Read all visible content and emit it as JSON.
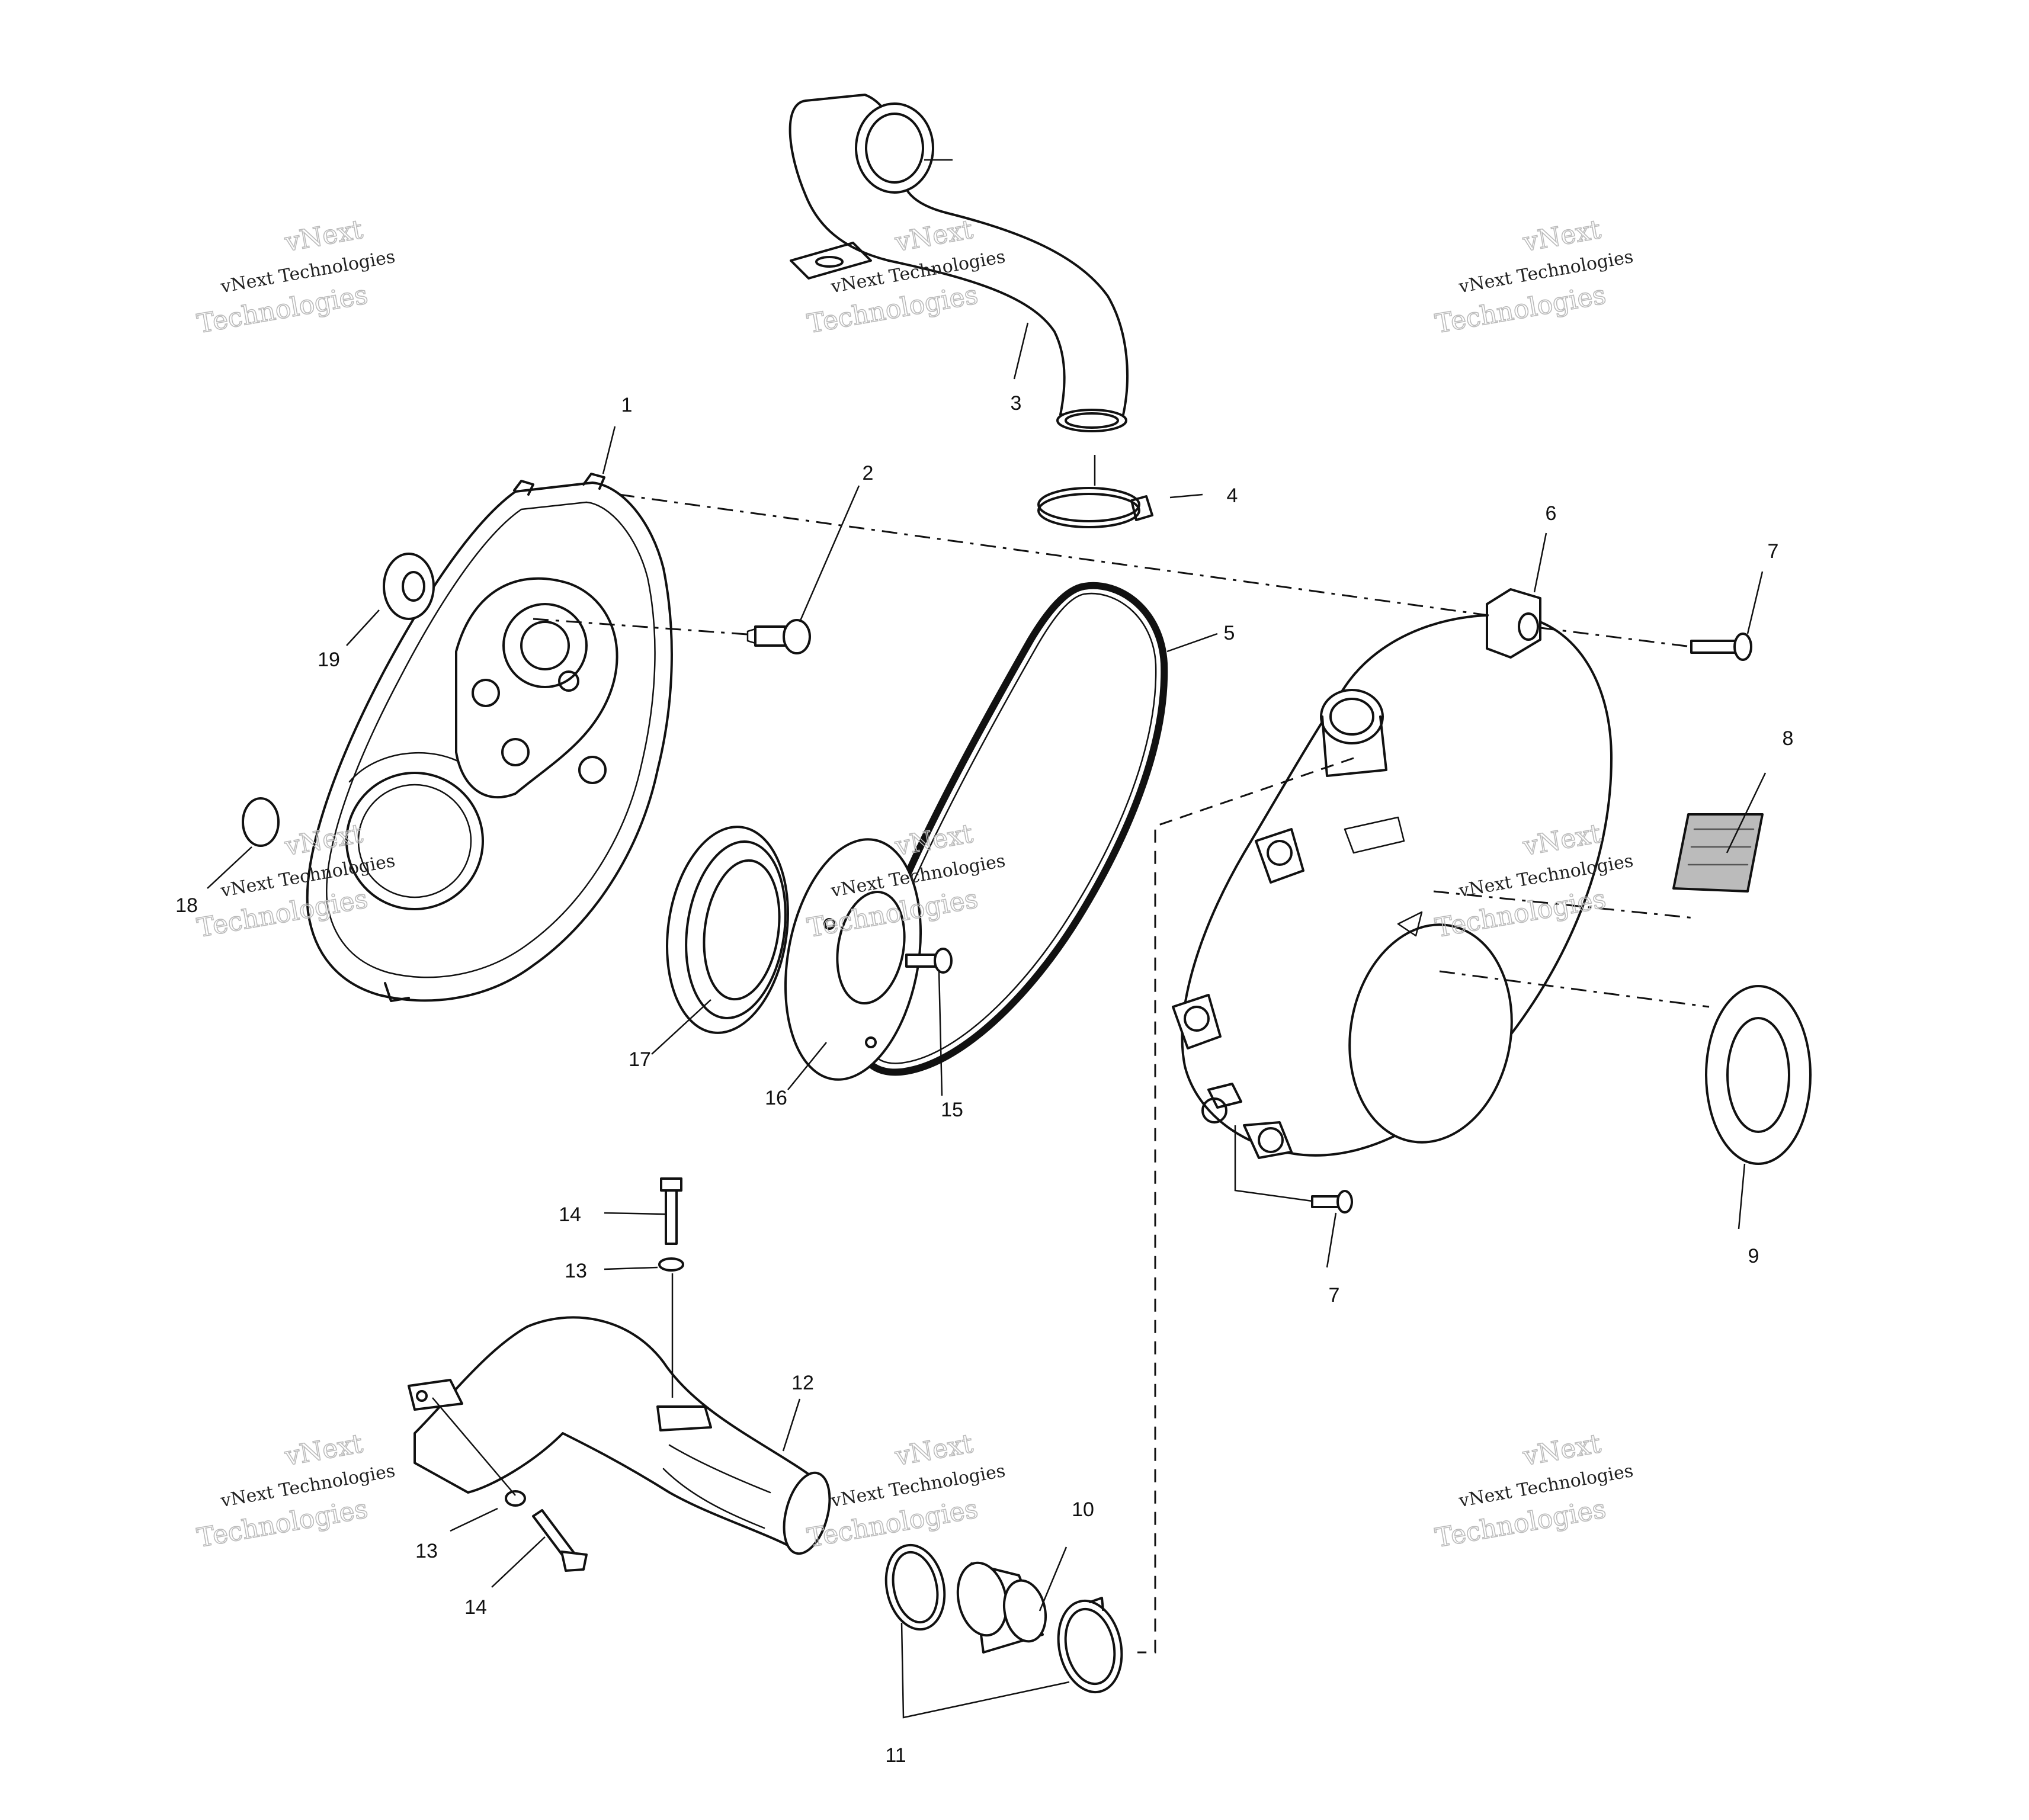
{
  "diagram": {
    "callouts": [
      {
        "id": "1",
        "label": "1"
      },
      {
        "id": "2",
        "label": "2"
      },
      {
        "id": "3",
        "label": "3"
      },
      {
        "id": "4",
        "label": "4"
      },
      {
        "id": "5",
        "label": "5"
      },
      {
        "id": "6",
        "label": "6"
      },
      {
        "id": "7a",
        "label": "7"
      },
      {
        "id": "7b",
        "label": "7"
      },
      {
        "id": "8",
        "label": "8"
      },
      {
        "id": "9",
        "label": "9"
      },
      {
        "id": "10",
        "label": "10"
      },
      {
        "id": "11",
        "label": "11"
      },
      {
        "id": "12",
        "label": "12"
      },
      {
        "id": "13a",
        "label": "13"
      },
      {
        "id": "13b",
        "label": "13"
      },
      {
        "id": "14a",
        "label": "14"
      },
      {
        "id": "14b",
        "label": "14"
      },
      {
        "id": "15",
        "label": "15"
      },
      {
        "id": "16",
        "label": "16"
      },
      {
        "id": "17",
        "label": "17"
      },
      {
        "id": "18",
        "label": "18"
      },
      {
        "id": "19",
        "label": "19"
      }
    ],
    "watermark": {
      "line1": "vNext",
      "line2": "Technologies",
      "line3": "vNext Technologies"
    }
  }
}
